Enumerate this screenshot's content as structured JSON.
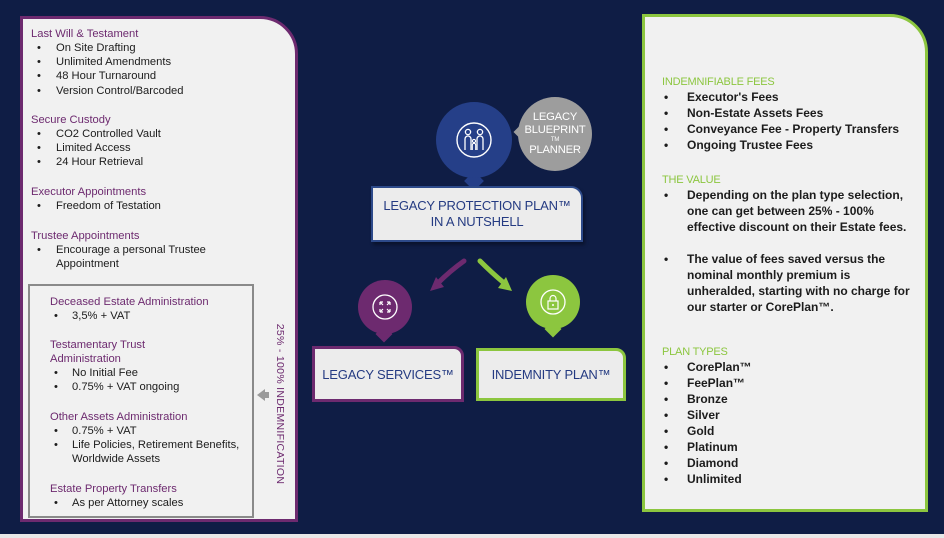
{
  "colors": {
    "background": "#0f1d45",
    "purple": "#6d2a6f",
    "green": "#8cc63f",
    "navy": "#253b82",
    "gray": "#9d9d9d"
  },
  "left_panel": {
    "sections": [
      {
        "heading": "Last Will & Testament",
        "items": [
          "On Site Drafting",
          "Unlimited Amendments",
          "48 Hour Turnaround",
          "Version Control/Barcoded"
        ]
      },
      {
        "heading": "Secure Custody",
        "items": [
          "CO2 Controlled Vault",
          "Limited Access",
          "24 Hour Retrieval"
        ]
      },
      {
        "heading": "Executor Appointments",
        "items": [
          "Freedom of Testation"
        ]
      },
      {
        "heading": "Trustee Appointments",
        "items": [
          "Encourage a personal Trustee Appointment"
        ]
      }
    ],
    "inner_sections": [
      {
        "heading": "Deceased Estate Administration",
        "items": [
          "3,5% + VAT"
        ]
      },
      {
        "heading": "Testamentary Trust Administration",
        "items": [
          "No Initial Fee",
          "0.75% + VAT ongoing"
        ]
      },
      {
        "heading": "Other Assets Administration",
        "items": [
          "0.75% + VAT",
          "Life Policies, Retirement Benefits, Worldwide Assets"
        ]
      },
      {
        "heading": "Estate Property Transfers",
        "items": [
          "As per Attorney scales"
        ]
      }
    ],
    "vertical_label": "25% - 100% INDEMNIFICATION"
  },
  "center": {
    "title_line1": "LEGACY PROTECTION PLAN™",
    "title_line2": "IN A NUTSHELL",
    "blueprint_line1": "LEGACY",
    "blueprint_line2": "BLUEPRINT",
    "blueprint_tm": "TM",
    "blueprint_line3": "PLANNER",
    "services_label": "LEGACY SERVICES™",
    "indemnity_label": "INDEMNITY PLAN™",
    "icons": {
      "family": "family-icon",
      "services": "expand-arrows-icon",
      "indemnity": "lock-icon"
    }
  },
  "right_panel": {
    "sections": [
      {
        "heading": "INDEMNIFIABLE FEES",
        "items": [
          "Executor's Fees",
          "Non-Estate Assets Fees",
          "Conveyance Fee - Property Transfers",
          "Ongoing Trustee Fees"
        ]
      },
      {
        "heading": "THE VALUE",
        "items": [
          "Depending on the plan type selection, one can get between 25% - 100% effective discount on their Estate fees.",
          "The value of fees saved versus the nominal monthly premium is unheralded, starting with no charge for our starter or CorePlan™."
        ]
      },
      {
        "heading": "PLAN TYPES",
        "items": [
          "CorePlan™",
          "FeePlan™",
          "Bronze",
          "Silver",
          "Gold",
          "Platinum",
          "Diamond",
          "Unlimited"
        ]
      }
    ]
  }
}
